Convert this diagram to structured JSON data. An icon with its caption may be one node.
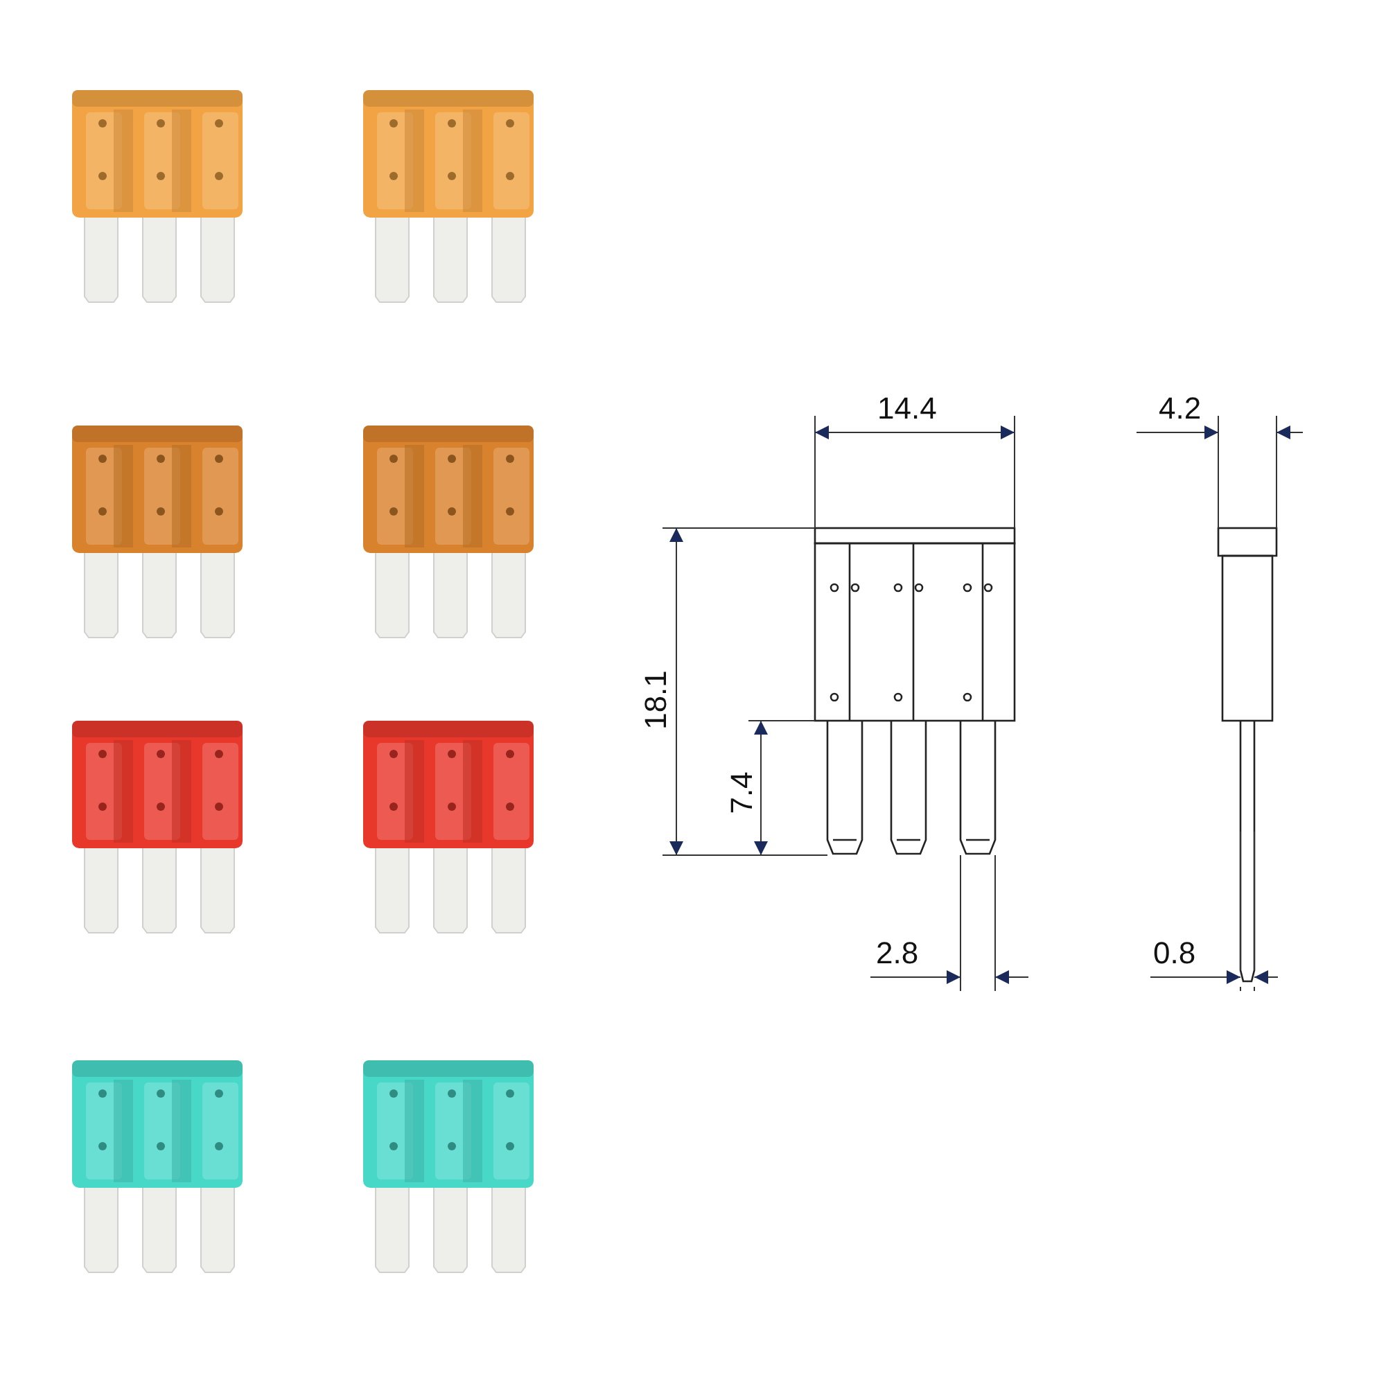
{
  "diagram": {
    "labels": [
      "14.4",
      "4.2",
      "18.1",
      "7.4",
      "2.8",
      "0.8"
    ]
  }
}
